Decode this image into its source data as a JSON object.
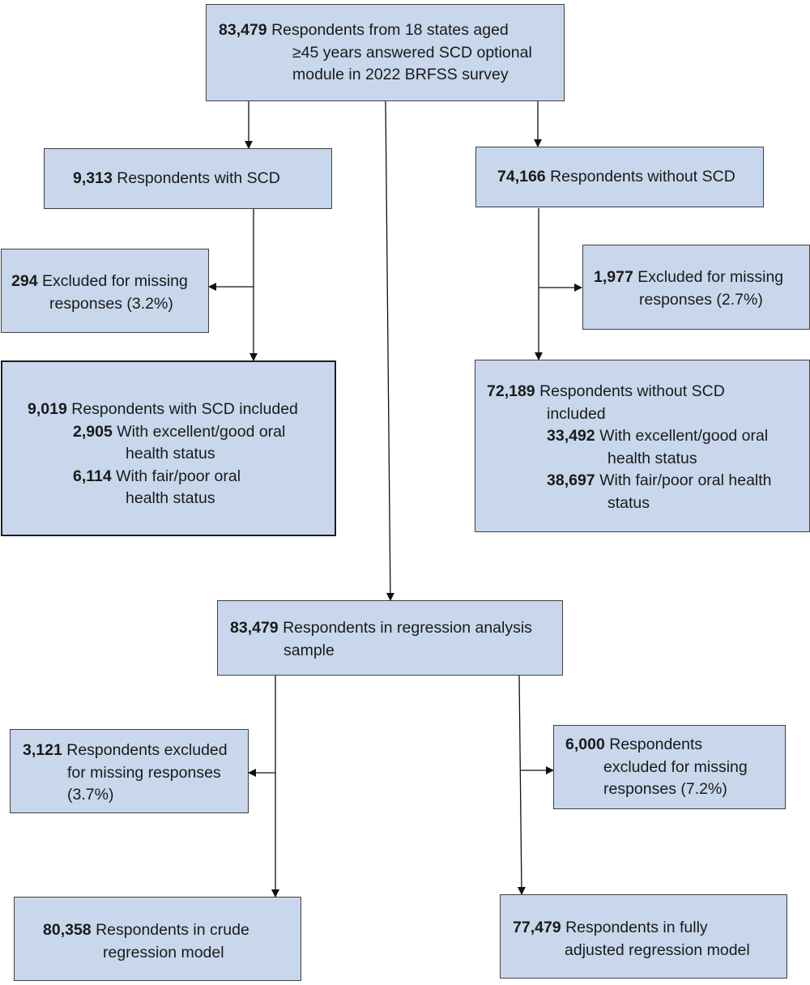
{
  "top": {
    "count": "83,479",
    "line1": "Respondents from 18 states aged",
    "line2": "≥45 years answered SCD optional",
    "line3": "module in 2022 BRFSS survey"
  },
  "scd": {
    "count": "9,313",
    "text": "Respondents with SCD"
  },
  "no_scd": {
    "count": "74,166",
    "text": "Respondents without SCD"
  },
  "scd_excluded": {
    "count": "294",
    "line1": "Excluded for missing",
    "line2": "responses (3.2%)"
  },
  "no_scd_excluded": {
    "count": "1,977",
    "line1": "Excluded for missing",
    "line2": "responses (2.7%)"
  },
  "scd_included": {
    "count": "9,019",
    "text": "Respondents with SCD included",
    "good_count": "2,905",
    "good_line1": "With excellent/good oral",
    "good_line2": "health status",
    "poor_count": "6,114",
    "poor_line1": "With fair/poor oral",
    "poor_line2": "health status"
  },
  "no_scd_included": {
    "count": "72,189",
    "line1": "Respondents without SCD",
    "line2": "included",
    "good_count": "33,492",
    "good_line1": "With excellent/good oral",
    "good_line2": "health status",
    "poor_count": "38,697",
    "poor_line1": "With fair/poor oral health",
    "poor_line2": "status"
  },
  "regression": {
    "count": "83,479",
    "line1": "Respondents in regression analysis",
    "line2": "sample"
  },
  "crude_excluded": {
    "count": "3,121",
    "line1": "Respondents excluded",
    "line2": "for missing responses",
    "line3": "(3.7%)"
  },
  "adjusted_excluded": {
    "count": "6,000",
    "line1": "Respondents",
    "line2": "excluded for missing",
    "line3": "responses (7.2%)"
  },
  "crude_model": {
    "count": "80,358",
    "line1": "Respondents in crude",
    "line2": "regression model"
  },
  "adjusted_model": {
    "count": "77,479",
    "line1": "Respondents in fully",
    "line2": "adjusted regression model"
  }
}
